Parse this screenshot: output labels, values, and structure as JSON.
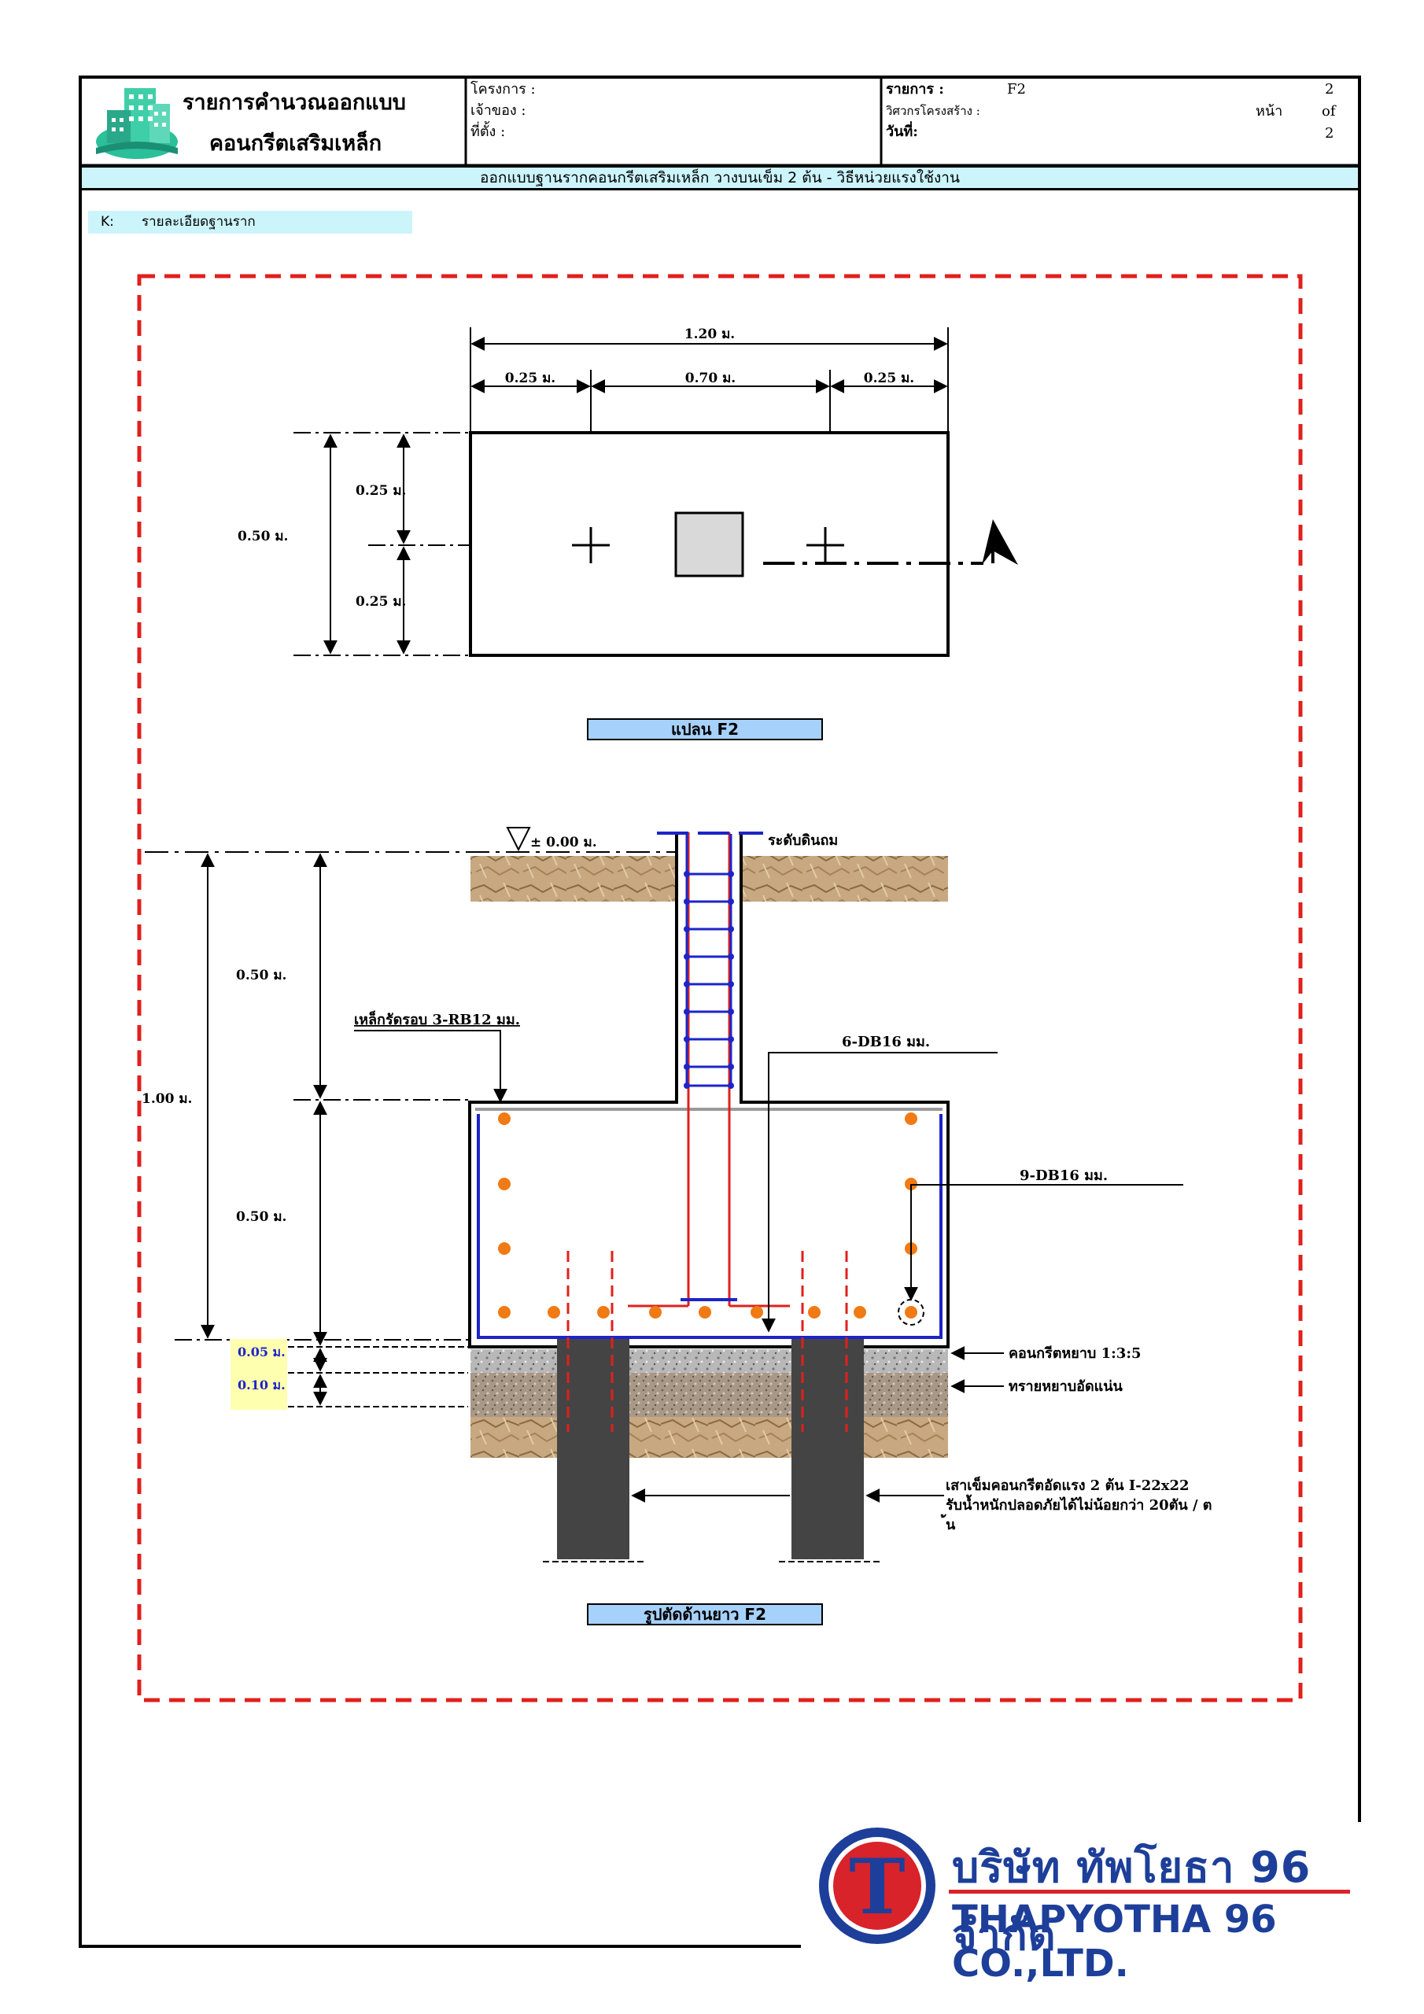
{
  "header": {
    "title_line1": "รายการคำนวณออกแบบ",
    "title_line2": "คอนกรีตเสริมเหล็ก",
    "project_label": "โครงการ :",
    "owner_label": "เจ้าของ :",
    "location_label": "ที่ตั้ง :",
    "item_label": "รายการ :",
    "item_value": "F2",
    "engineer_label": "วิศวกรโครงสร้าง :",
    "date_label": "วันที่:",
    "page_label": "หน้า",
    "page_number": "2",
    "of_label": "of",
    "page_total": "2"
  },
  "banner": "ออกแบบฐานรากคอนกรีตเสริมเหล็ก วางบนเข็ม  2 ต้น - วิธีหน่วยแรงใช้งาน",
  "section": {
    "code": "K:",
    "title": "รายละเอียดฐานราก"
  },
  "plan": {
    "caption": "แปลน F2",
    "total_width": "1.20 ม.",
    "edge_left": "0.25 ม.",
    "center_span": "0.70 ม.",
    "edge_right": "0.25 ม.",
    "total_depth": "0.50 ม.",
    "depth_top": "0.25 ม.",
    "depth_bottom": "0.25 ม."
  },
  "section_view": {
    "caption": "รูปตัดด้านยาว F2",
    "ground_level": "± 0.00 ม.",
    "ground_label": "ระดับดินถม",
    "total_depth": "1.00 ม.",
    "upper_depth": "0.50 ม.",
    "footing_depth": "0.50 ม.",
    "lean_concrete_thickness": "0.05 ม.",
    "sand_thickness": "0.10 ม.",
    "tie_bar": "เหล็กรัดรอบ 3-RB12 มม.",
    "column_bars": "6-DB16 มม.",
    "footing_bars": "9-DB16 มม.",
    "lean_concrete": "คอนกรีตหยาบ 1:3:5",
    "sand_fill": "ทรายหยาบอัดแน่น",
    "pile_line1": "เสาเข็มคอนกรีตอัดแรง 2 ต้น I-22x22",
    "pile_line2": "รับน้ำหนักปลอดภัยได้ไม่น้อยกว่า 20ตัน / ต",
    "pile_line3": "้น"
  },
  "company": {
    "name_th": "บริษัท ทัพโยธา 96 จำกัด",
    "name_en": "THAPYOTHA 96 CO.,LTD.",
    "logo_letter": "T"
  },
  "colors": {
    "dashed_border": "#e0201c",
    "rebar_blue": "#1d24c8",
    "rebar_red": "#e0201c",
    "rebar_dot": "#f07a14",
    "pile": "#444444",
    "brand_blue": "#1d3f9a",
    "brand_red": "#d8232a"
  }
}
